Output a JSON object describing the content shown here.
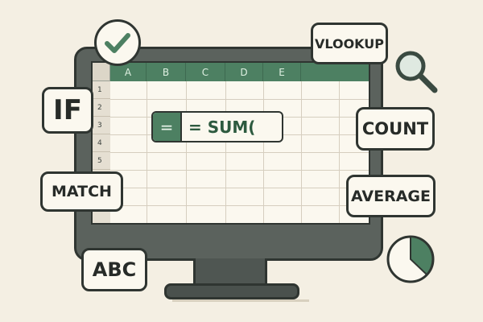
{
  "spreadsheet": {
    "columns": [
      "A",
      "B",
      "C",
      "D",
      "E"
    ],
    "rows": [
      "1",
      "2",
      "3",
      "4",
      "5"
    ]
  },
  "formula": {
    "equals_label": "=",
    "text": "= SUM("
  },
  "function_tags": {
    "if": "IF",
    "match": "MATCH",
    "abc": "ABC",
    "vlookup": "VLOOKUP",
    "count": "COUNT",
    "average": "AVERAGE"
  },
  "icons": {
    "check": "check-icon",
    "magnifier": "magnifier-icon",
    "pie": "pie-chart-icon"
  },
  "colors": {
    "accent_green": "#4d8062",
    "dark_outline": "#2f3531",
    "background": "#f4efe3",
    "paper": "#fbf8ef"
  }
}
